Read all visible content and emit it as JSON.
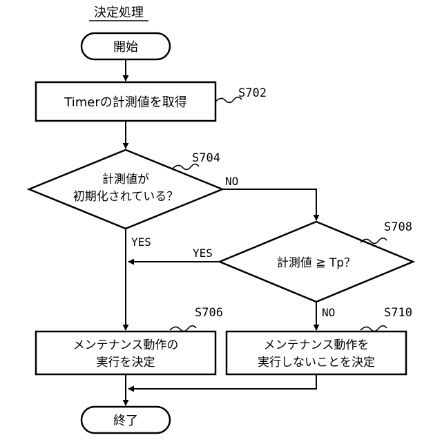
{
  "title": "決定処理",
  "start": "開始",
  "end": "終了",
  "step_s702": {
    "label": "Timerの計測値を取得",
    "ref": "S702"
  },
  "decision_s704": {
    "line1": "計測値が",
    "line2": "初期化されている？",
    "ref": "S704"
  },
  "decision_s708": {
    "label": "計測値 ≧ Tp？",
    "ref": "S708"
  },
  "step_s706": {
    "line1": "メンテナンス動作の",
    "line2": "実行を決定",
    "ref": "S706"
  },
  "step_s710": {
    "line1": "メンテナンス動作を",
    "line2": "実行しないことを決定",
    "ref": "S710"
  },
  "branches": {
    "s704_yes": "YES",
    "s704_no": "NO",
    "s708_yes": "YES",
    "s708_no": "NO"
  }
}
